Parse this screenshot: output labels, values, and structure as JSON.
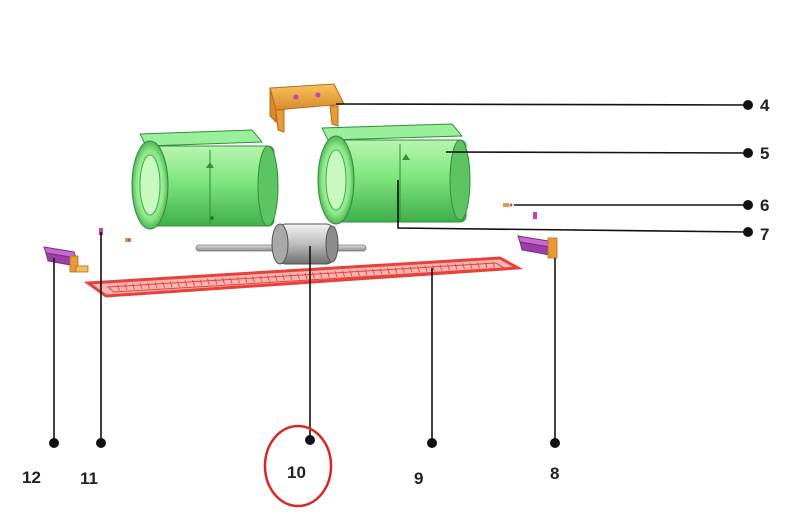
{
  "callouts": [
    {
      "id": "4",
      "label": "4"
    },
    {
      "id": "5",
      "label": "5"
    },
    {
      "id": "6",
      "label": "6"
    },
    {
      "id": "7",
      "label": "7"
    },
    {
      "id": "8",
      "label": "8"
    },
    {
      "id": "9",
      "label": "9"
    },
    {
      "id": "10",
      "label": "10",
      "highlighted": true
    },
    {
      "id": "11",
      "label": "11"
    },
    {
      "id": "12",
      "label": "12"
    }
  ],
  "colors": {
    "fan_housing": "#7fe57f",
    "fan_housing_dark": "#3fae4a",
    "bracket_top": "#f0a43a",
    "tray_frame": "#e8403a",
    "side_bracket": "#b24fb8",
    "motor": "#c8c8c8",
    "highlight_circle": "#d62828"
  }
}
